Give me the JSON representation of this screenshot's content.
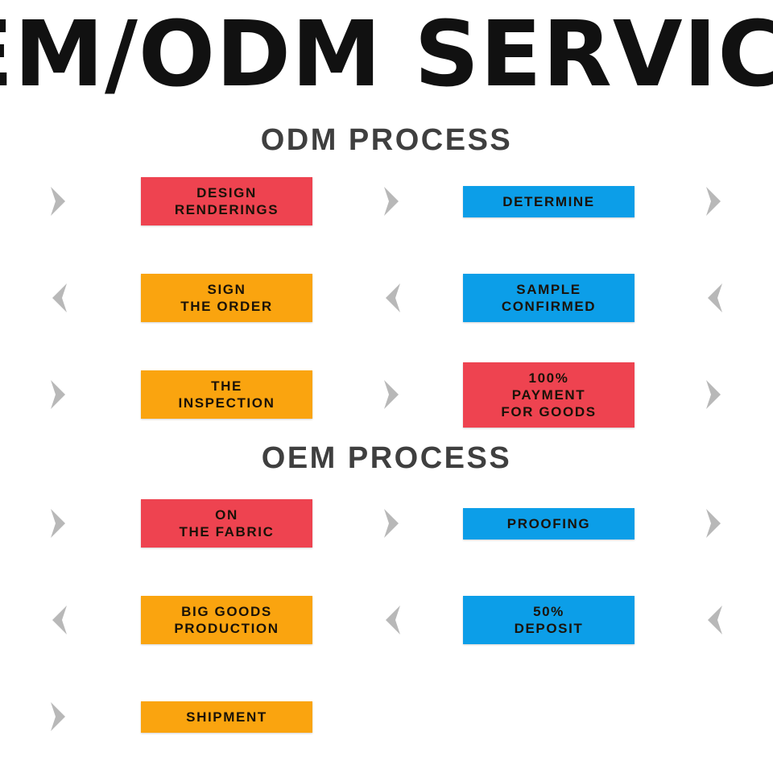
{
  "banner": {
    "title": "EM/ODM SERVIC",
    "full_title_visible": "EM/ODM SERVIC",
    "color": "#111111"
  },
  "palette": {
    "red": "#ee4350",
    "blue": "#0c9ee8",
    "orange": "#faa40f",
    "arrow_gray": "#b8b8b8",
    "heading_gray": "#3f3f3f",
    "background": "#ffffff"
  },
  "sections": [
    {
      "heading": "ODM PROCESS",
      "rows": [
        {
          "direction": "right",
          "arrow_icon": "chevron-right-icon",
          "lead_arrow": true,
          "mid_arrow": true,
          "trail_arrow": true,
          "boxes": [
            {
              "lines": [
                "DESIGN",
                "RENDERINGS"
              ],
              "color": "red"
            },
            {
              "lines": [
                "DETERMINE"
              ],
              "color": "blue"
            }
          ]
        },
        {
          "direction": "left",
          "arrow_icon": "chevron-left-icon",
          "lead_arrow": true,
          "mid_arrow": true,
          "trail_arrow": true,
          "boxes": [
            {
              "lines": [
                "SIGN",
                "THE ORDER"
              ],
              "color": "orange"
            },
            {
              "lines": [
                "SAMPLE",
                "CONFIRMED"
              ],
              "color": "blue"
            }
          ]
        },
        {
          "direction": "right",
          "arrow_icon": "chevron-right-icon",
          "lead_arrow": true,
          "mid_arrow": true,
          "trail_arrow": true,
          "boxes": [
            {
              "lines": [
                "THE",
                "INSPECTION"
              ],
              "color": "orange"
            },
            {
              "lines": [
                "100%",
                "PAYMENT",
                "FOR GOODS"
              ],
              "color": "red"
            }
          ]
        }
      ]
    },
    {
      "heading": "OEM PROCESS",
      "rows": [
        {
          "direction": "right",
          "arrow_icon": "chevron-right-icon",
          "lead_arrow": true,
          "mid_arrow": true,
          "trail_arrow": true,
          "boxes": [
            {
              "lines": [
                "ON",
                "THE FABRIC"
              ],
              "color": "red"
            },
            {
              "lines": [
                "PROOFING"
              ],
              "color": "blue"
            }
          ]
        },
        {
          "direction": "left",
          "arrow_icon": "chevron-left-icon",
          "lead_arrow": true,
          "mid_arrow": true,
          "trail_arrow": true,
          "boxes": [
            {
              "lines": [
                "BIG GOODS",
                "PRODUCTION"
              ],
              "color": "orange"
            },
            {
              "lines": [
                "50%",
                "DEPOSIT"
              ],
              "color": "blue"
            }
          ]
        },
        {
          "direction": "right",
          "arrow_icon": "chevron-right-icon",
          "lead_arrow": true,
          "mid_arrow": false,
          "trail_arrow": false,
          "boxes": [
            {
              "lines": [
                "SHIPMENT"
              ],
              "color": "orange"
            }
          ]
        }
      ]
    }
  ]
}
